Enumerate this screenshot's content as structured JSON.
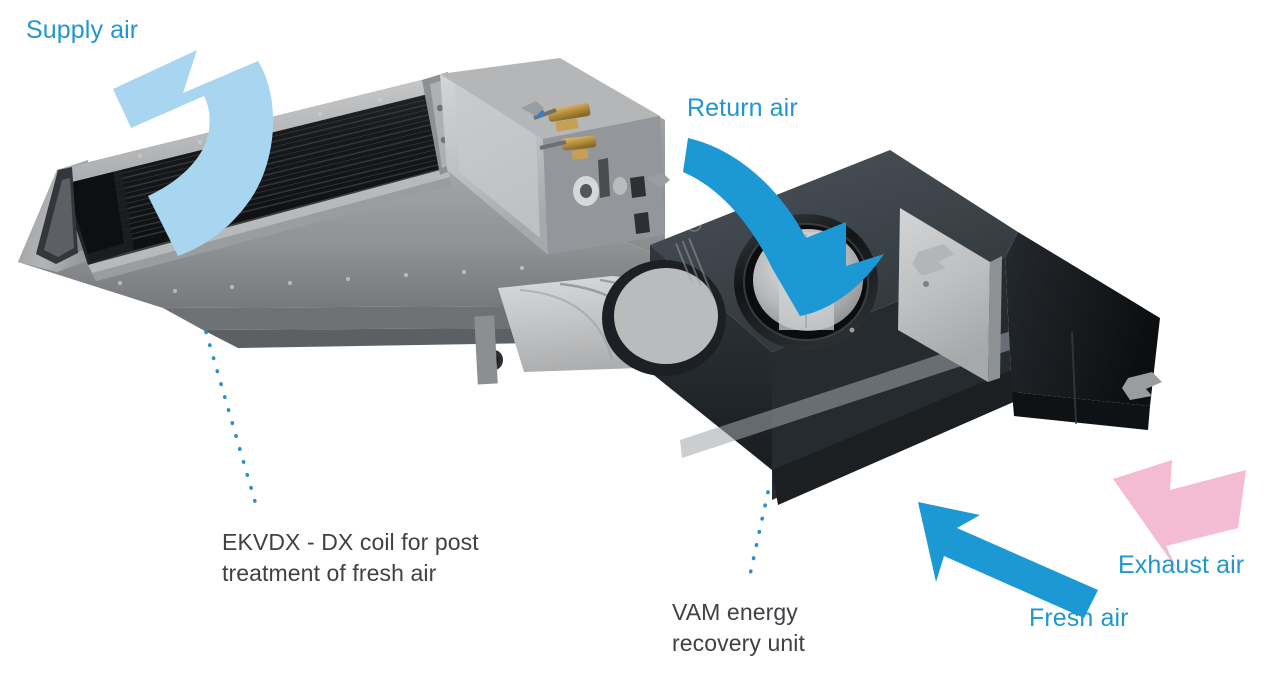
{
  "diagram": {
    "title": "Daikin ducted DX coil and VAM energy recovery unit airflow schematic",
    "background_color": "#ffffff",
    "accent_color": "#2196cf",
    "labels": {
      "supply_air": "Supply air",
      "return_air": "Return air",
      "exhaust_air": "Exhaust air",
      "fresh_air": "Fresh air"
    },
    "callouts": {
      "ekvdx": "EKVDX  - DX coil for post\ntreatment of fresh air",
      "vam": "VAM energy\nrecovery unit"
    },
    "arrows": [
      {
        "name": "supply-air-arrow",
        "label": "Supply air",
        "color": "#a8d5ef",
        "direction": "up-left",
        "style": "curved"
      },
      {
        "name": "return-air-arrow",
        "label": "Return air",
        "color": "#1c98d4",
        "direction": "down-right",
        "style": "curved"
      },
      {
        "name": "fresh-air-arrow",
        "label": "Fresh air",
        "color": "#1c98d4",
        "direction": "up-left",
        "style": "straight"
      },
      {
        "name": "exhaust-air-arrow",
        "label": "Exhaust air",
        "color": "#f4bcd2",
        "direction": "down-right",
        "style": "straight"
      }
    ],
    "units": [
      {
        "name": "ekvdx-dx-coil-unit",
        "label": "EKVDX  - DX coil for post treatment of fresh air",
        "body_color": "#8d8f91",
        "coil_color": "#1a1b1d",
        "position": "left"
      },
      {
        "name": "vam-energy-recovery-unit",
        "label": "VAM energy recovery unit",
        "body_color": "#3a4046",
        "port_color": "#c9cacb",
        "position": "right"
      }
    ],
    "leader_lines": [
      {
        "name": "leader-line-ekvdx",
        "style": "dotted",
        "color": "#2d8fc4"
      },
      {
        "name": "leader-line-vam",
        "style": "dotted",
        "color": "#2d8fc4"
      }
    ]
  }
}
